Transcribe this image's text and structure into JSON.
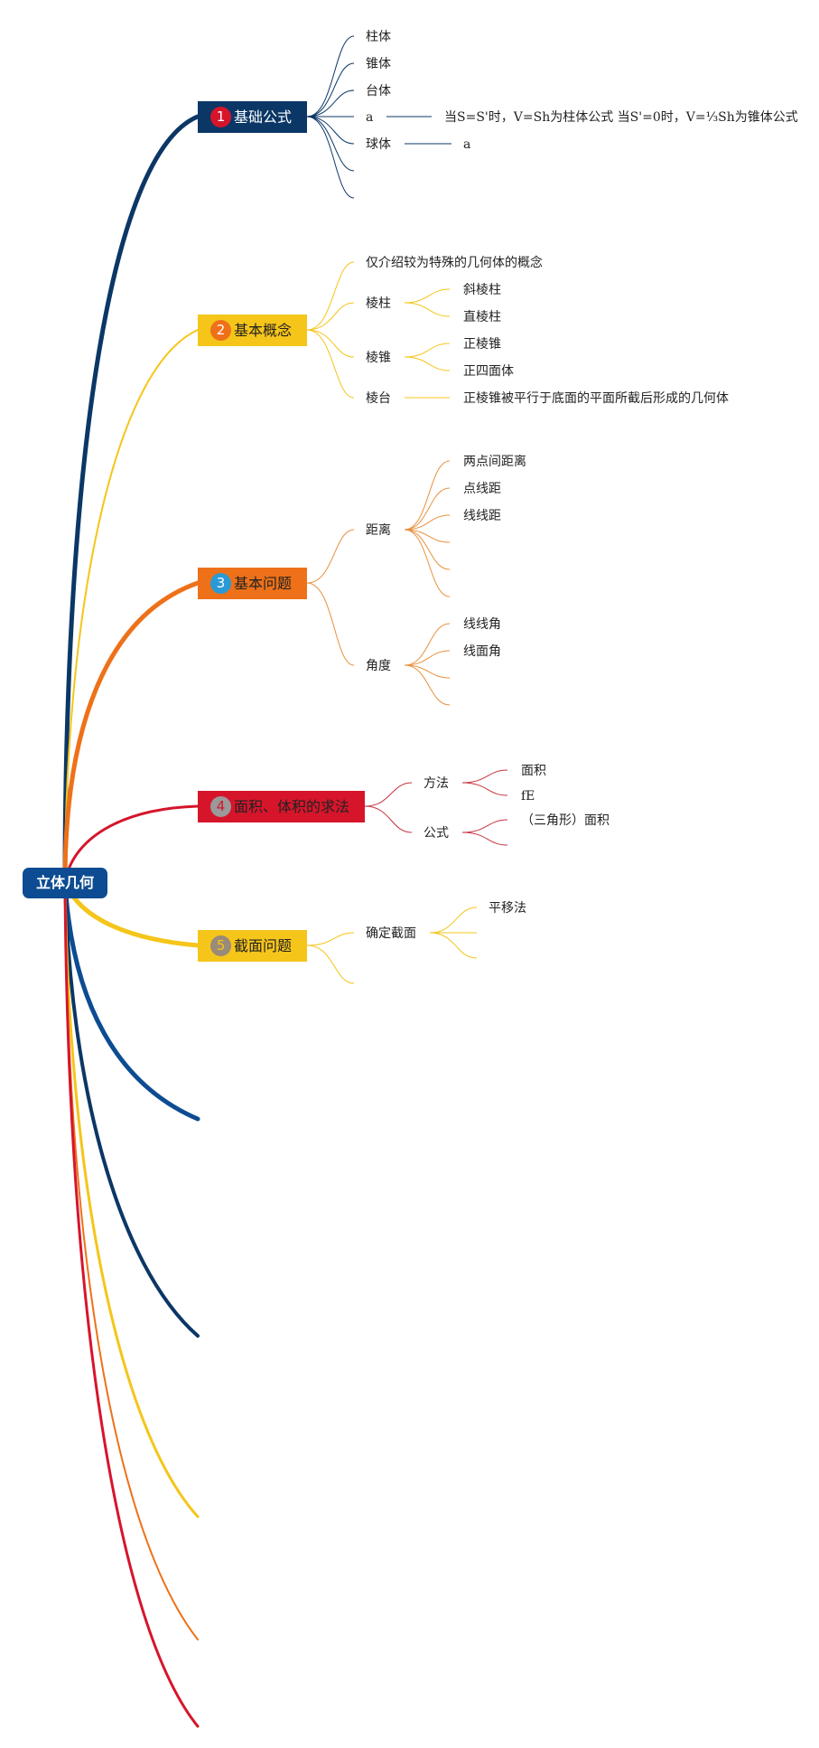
{
  "root": {
    "label": "立体几何"
  },
  "colors": {
    "navy": "#0b3766",
    "yellow": "#f5c51a",
    "orange": "#ee7119",
    "red": "#d6152b",
    "blue": "#0d4c92"
  },
  "topics": [
    {
      "number": "1",
      "label": "基础公式",
      "color": "#0b3766",
      "text_color": "#ffffff",
      "badge_color": "#d6152b",
      "badge_text_color": "#ffffff",
      "children": [
        {
          "label": "柱体"
        },
        {
          "label": "锥体"
        },
        {
          "label": "台体"
        },
        {
          "label": "a",
          "children": [
            {
              "label": "当S=S'时，V=Sh为柱体公式 当S'=0时，V=⅓Sh为锥体公式"
            }
          ]
        },
        {
          "label": "球体",
          "children": [
            {
              "label": "a"
            }
          ]
        },
        {
          "label": ""
        },
        {
          "label": ""
        }
      ]
    },
    {
      "number": "2",
      "label": "基本概念",
      "color": "#f5c51a",
      "text_color": "#222222",
      "badge_color": "#ee7119",
      "badge_text_color": "#ffffff",
      "children": [
        {
          "label": "仅介绍较为特殊的几何体的概念"
        },
        {
          "label": "棱柱",
          "children": [
            {
              "label": "斜棱柱"
            },
            {
              "label": "直棱柱"
            }
          ]
        },
        {
          "label": "棱锥",
          "children": [
            {
              "label": "正棱锥"
            },
            {
              "label": "正四面体"
            }
          ]
        },
        {
          "label": "棱台",
          "children": [
            {
              "label": "正棱锥被平行于底面的平面所截后形成的几何体"
            }
          ]
        }
      ]
    },
    {
      "number": "3",
      "label": "基本问题",
      "color": "#ee7119",
      "text_color": "#222222",
      "badge_color": "#2a9ad6",
      "badge_text_color": "#ffffff",
      "children": [
        {
          "label": "距离",
          "children": [
            {
              "label": "两点间距离"
            },
            {
              "label": "点线距"
            },
            {
              "label": "线线距"
            },
            {
              "label": ""
            },
            {
              "label": ""
            },
            {
              "label": ""
            }
          ]
        },
        {
          "label": "角度",
          "children": [
            {
              "label": "线线角"
            },
            {
              "label": "线面角"
            },
            {
              "label": ""
            },
            {
              "label": ""
            }
          ]
        }
      ]
    },
    {
      "number": "4",
      "label": "面积、体积的求法",
      "color": "#d6152b",
      "text_color": "#222222",
      "badge_color": "#9a9a9a",
      "badge_text_color": "#d6152b",
      "children": [
        {
          "label": "方法",
          "children": [
            {
              "label": "面积"
            },
            {
              "label": "fE"
            }
          ]
        },
        {
          "label": "公式",
          "children": [
            {
              "label": "（三角形）面积"
            },
            {
              "label": ""
            }
          ]
        }
      ]
    },
    {
      "number": "5",
      "label": "截面问题",
      "color": "#f5c51a",
      "text_color": "#222222",
      "badge_color": "#9a8a7a",
      "badge_text_color": "#f5c51a",
      "children": [
        {
          "label": "确定截面",
          "children": [
            {
              "label": "平移法"
            },
            {
              "label": ""
            },
            {
              "label": ""
            }
          ]
        },
        {
          "label": ""
        }
      ]
    }
  ]
}
